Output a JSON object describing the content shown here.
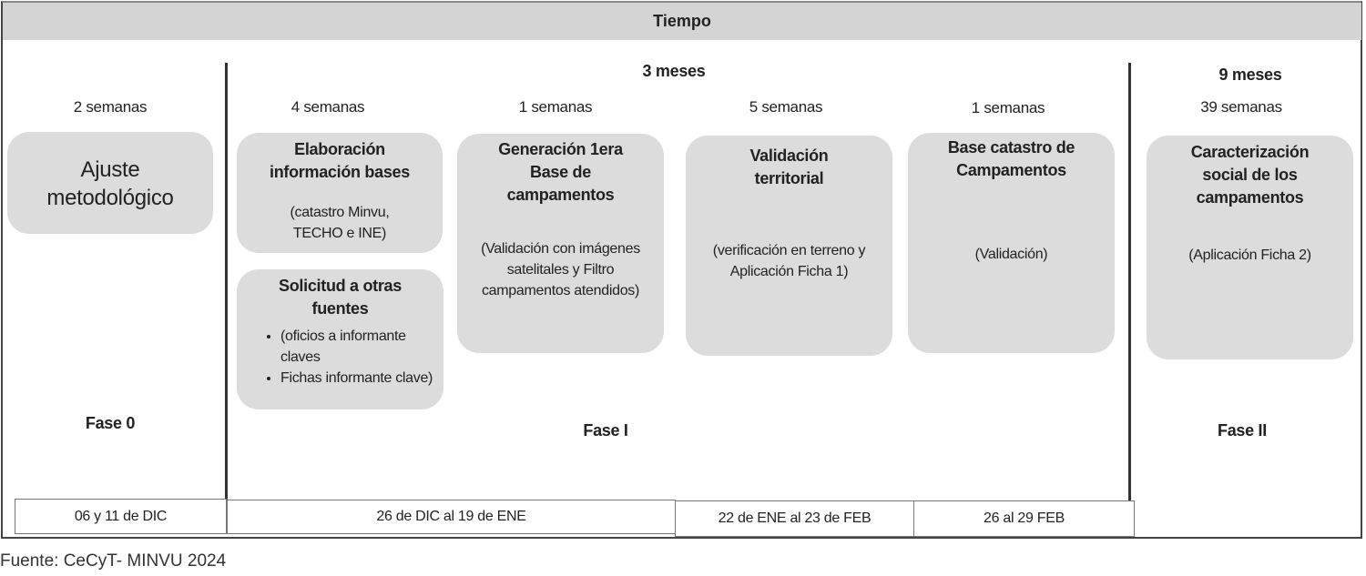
{
  "header": {
    "title": "Tiempo"
  },
  "periods": {
    "fase1_total": "3 meses",
    "fase2_total": "9 meses"
  },
  "durations": [
    "2 semanas",
    "4 semanas",
    "1 semanas",
    "5 semanas",
    "1 semanas",
    "39 semanas"
  ],
  "boxes": {
    "ajuste": {
      "title": "Ajuste metodológico"
    },
    "elaboracion": {
      "title": "Elaboración información bases",
      "desc": "(catastro Minvu, TECHO  e INE)"
    },
    "solicitud": {
      "title": "Solicitud a otras fuentes",
      "bullets": [
        "(oficios a informante claves",
        "Fichas informante clave)"
      ]
    },
    "generacion": {
      "title": "Generación 1era Base de campamentos",
      "desc": "(Validación con imágenes satelitales y Filtro campamentos atendidos)"
    },
    "validacion": {
      "title": "Validación territorial",
      "desc": "(verificación en terreno y Aplicación Ficha 1)"
    },
    "base": {
      "title": "Base catastro de Campamentos",
      "desc": "(Validación)"
    },
    "caracterizacion": {
      "title": "Caracterización social de los campamentos",
      "desc": "(Aplicación Ficha 2)"
    }
  },
  "phases": [
    "Fase 0",
    "Fase I",
    "Fase II"
  ],
  "dates": [
    "06 y 11 de DIC",
    "26 de DIC al 19 de ENE",
    "22 de ENE al 23 de FEB",
    "26 al 29 FEB"
  ],
  "source": "Fuente: CeCyT- MINVU 2024",
  "colors": {
    "box": "#dcdcdc",
    "header": "#d4d4d4"
  }
}
